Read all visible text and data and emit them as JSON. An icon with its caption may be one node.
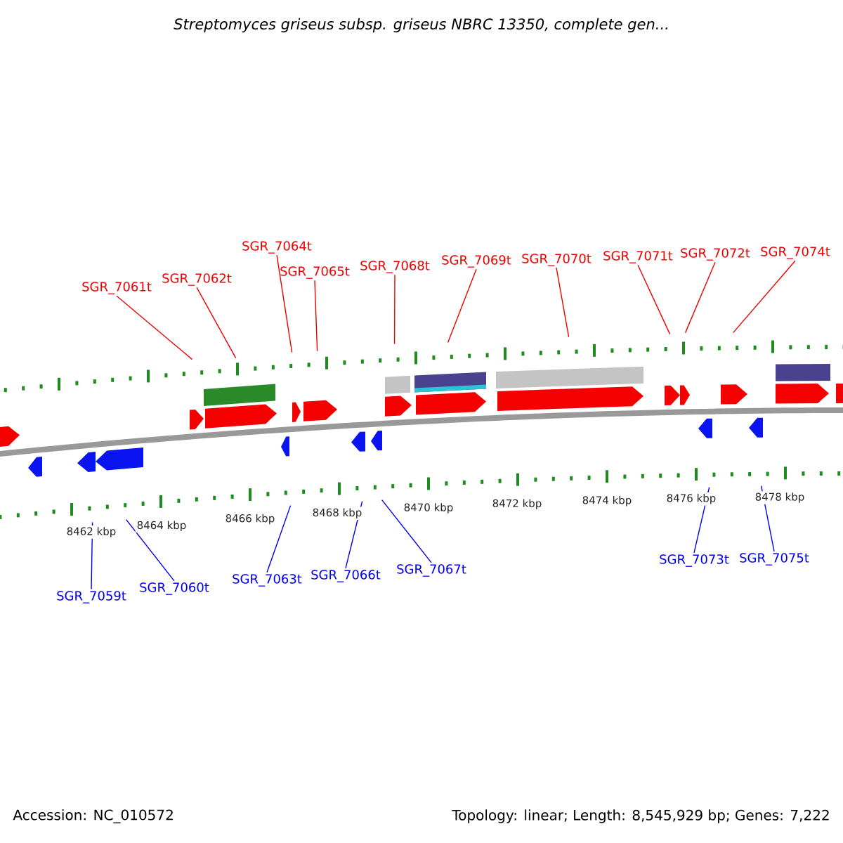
{
  "diagram": {
    "title": "Streptomyces griseus subsp. griseus NBRC 13350, complete gen...",
    "nodes": [
      {
        "text": [
          "SGR_7061t"
        ]
      },
      {
        "text": [
          "SGR_7062t"
        ]
      },
      {
        "text": [
          "SGR_7064t"
        ]
      },
      {
        "text": [
          "SGR_7065t"
        ]
      },
      {
        "text": [
          "SGR_7068t"
        ]
      },
      {
        "text": [
          "SGR_7069t"
        ]
      },
      {
        "text": [
          "SGR_7070t"
        ]
      },
      {
        "text": [
          "SGR_7071t"
        ]
      },
      {
        "text": [
          "SGR_7072t"
        ]
      },
      {
        "text": [
          "SGR_7074t"
        ]
      },
      {
        "text": [
          "SGR_7059t"
        ]
      },
      {
        "text": [
          "SGR_7060t"
        ]
      },
      {
        "text": [
          "SGR_7063t"
        ]
      },
      {
        "text": [
          "SGR_7066t"
        ]
      },
      {
        "text": [
          "SGR_7067t"
        ]
      },
      {
        "text": [
          "SGR_7073t"
        ]
      },
      {
        "text": [
          "SGR_7075t"
        ]
      },
      {
        "text": [],
        "shape": "bar"
      }
    ],
    "edges": [
      {
        "from": 0,
        "to": 17,
        "arrow": "none"
      },
      {
        "from": 1,
        "to": 17,
        "arrow": "none"
      },
      {
        "from": 2,
        "to": 17,
        "arrow": "none"
      },
      {
        "from": 3,
        "to": 17,
        "arrow": "none"
      },
      {
        "from": 4,
        "to": 17,
        "arrow": "none"
      },
      {
        "from": 5,
        "to": 17,
        "arrow": "none"
      },
      {
        "from": 6,
        "to": 17,
        "arrow": "none"
      },
      {
        "from": 7,
        "to": 17,
        "arrow": "none"
      },
      {
        "from": 8,
        "to": 17,
        "arrow": "none"
      },
      {
        "from": 9,
        "to": 17,
        "arrow": "none"
      },
      {
        "from": 10,
        "to": 17,
        "arrow": "none",
        "color": "#0000ee"
      },
      {
        "from": 11,
        "to": 17,
        "arrow": "none",
        "color": "#0000ee"
      },
      {
        "from": 12,
        "to": 17,
        "arrow": "none",
        "color": "#0000ee"
      },
      {
        "from": 13,
        "to": 17,
        "arrow": "none",
        "color": "#0000ee"
      },
      {
        "from": 14,
        "to": 17,
        "arrow": "none",
        "color": "#0000ee"
      },
      {
        "from": 15,
        "to": 17,
        "arrow": "none",
        "color": "#0000ee"
      },
      {
        "from": 16,
        "to": 17,
        "arrow": "none",
        "color": "#0000ee"
      }
    ],
    "labels": [
      "8462 kbp",
      "8464 kbp",
      "8466 kbp",
      "8468 kbp",
      "8470 kbp",
      "8472 kbp",
      "8474 kbp",
      "8476 kbp",
      "8478 kbp",
      "Accession: NC_010572",
      "Topology: linear; Length: 8,545,929 bp; Genes: 7,222"
    ]
  }
}
